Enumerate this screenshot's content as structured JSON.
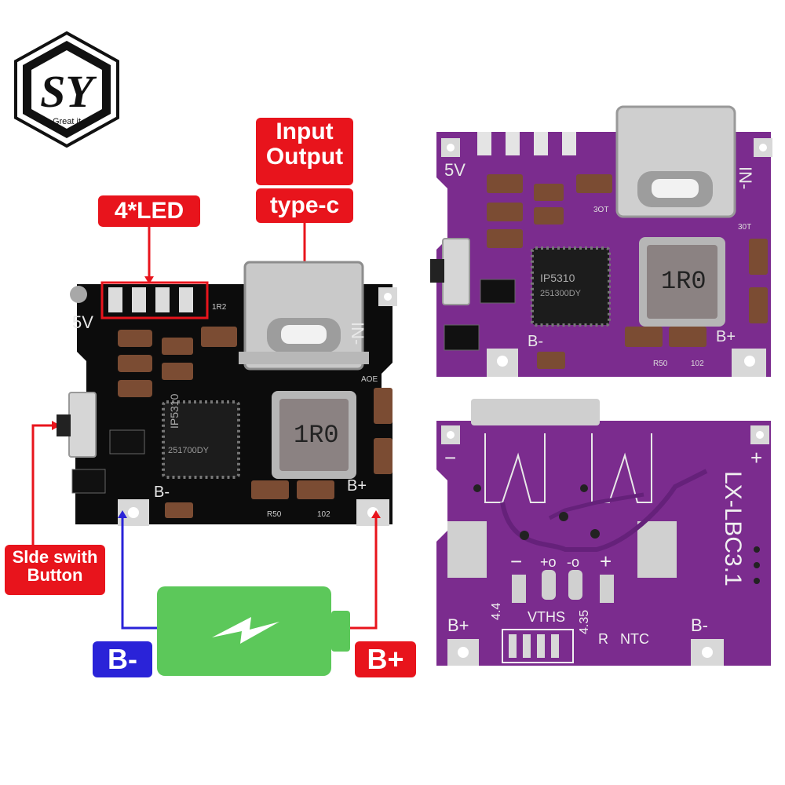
{
  "logo": {
    "letters": "SY",
    "tagline": "Great it"
  },
  "callouts": {
    "led": "4*LED",
    "port_line1": "Input",
    "port_line2": "Output",
    "port_line3": "type-c",
    "switch_line1": "Slde swith",
    "switch_line2": "Button",
    "b_minus": "B-",
    "b_plus": "B+"
  },
  "board_black": {
    "silk_5v": "5V",
    "silk_in": "IN-",
    "silk_bminus": "B-",
    "silk_bplus": "B+",
    "chip_line1": "IP5310",
    "chip_line2": "251700DY",
    "inductor": "1R0",
    "r_label": "R50",
    "r_label2": "102",
    "ad_label": "AOE",
    "cap_label": "1R2"
  },
  "board_purple_top": {
    "silk_5v": "5V",
    "silk_in": "IN-",
    "silk_bminus": "B-",
    "silk_bplus": "B+",
    "chip_line1": "IP5310",
    "chip_line2": "251300DY",
    "inductor": "1R0",
    "r_label": "R50",
    "r_label2": "102",
    "d_label": "30T",
    "d_label2": "3OT"
  },
  "board_purple_bottom": {
    "model": "LX-LBC3.1",
    "silk_bplus": "B+",
    "silk_bminus": "B-",
    "silk_minus": "−",
    "silk_plus": "+",
    "silk_44": "4.4",
    "silk_435": "4.35",
    "silk_vths": "VTHS",
    "silk_r": "R",
    "silk_ntc": "NTC",
    "pad_minus": "−",
    "pad_plus": "+",
    "pad_o1": "+o",
    "pad_o2": "-o"
  },
  "colors": {
    "callout_red": "#e8141c",
    "callout_blue": "#2a23d8",
    "battery_green": "#5cc85a",
    "board_black": "#0c0c0c",
    "board_purple": "#7b2c8e"
  }
}
